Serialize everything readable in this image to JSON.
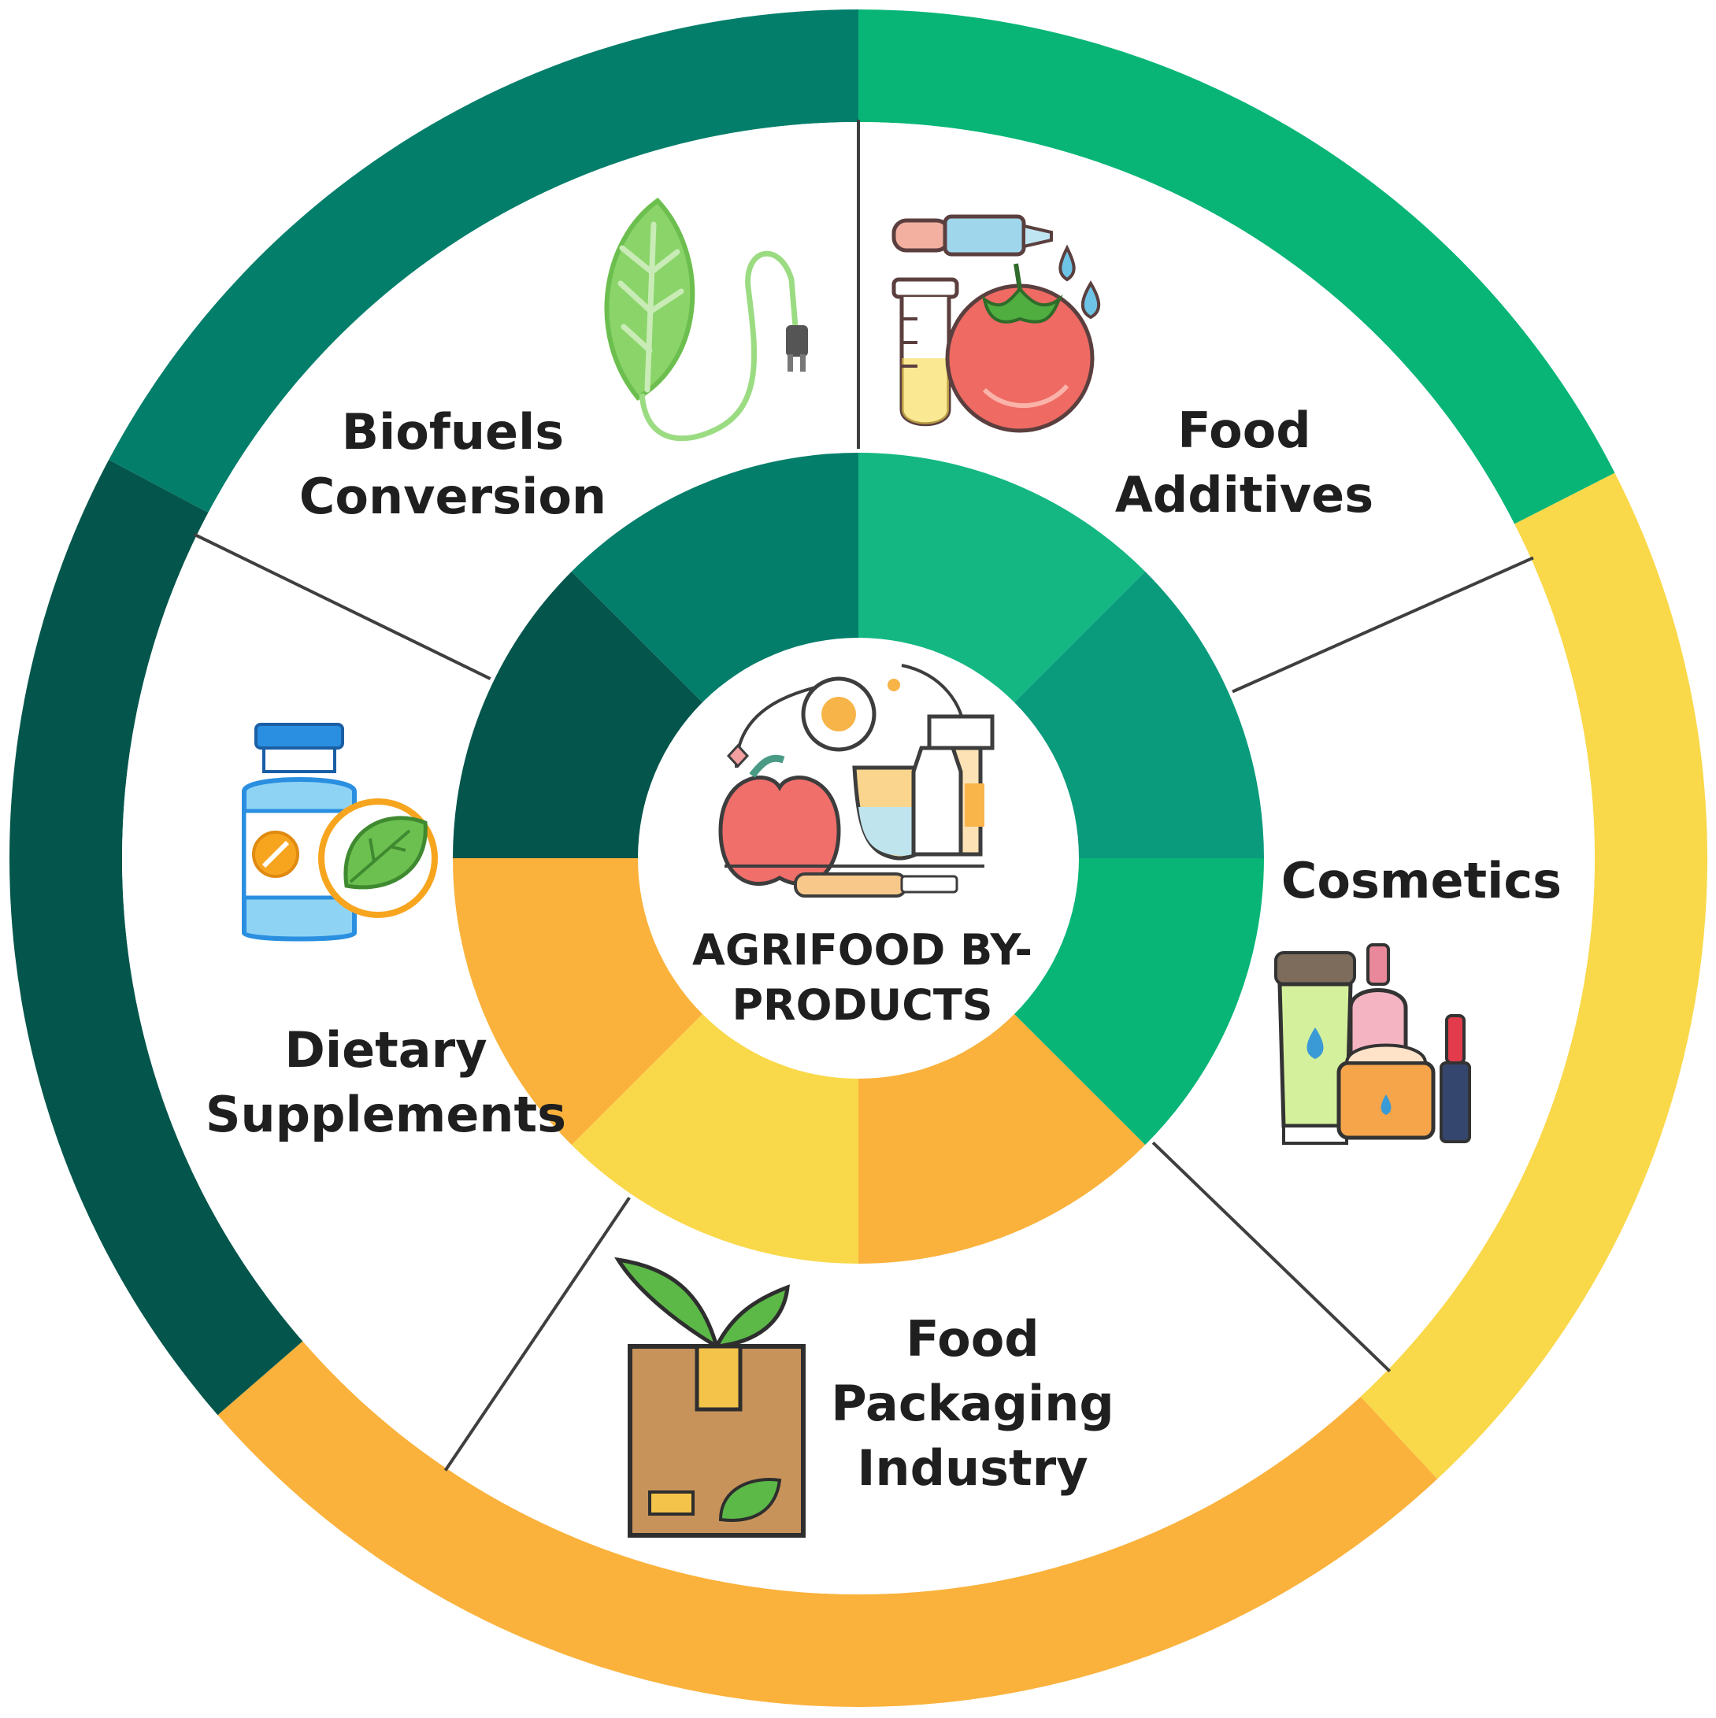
{
  "center": {
    "title_line1": "AGRIFOOD BY-",
    "title_line2": "PRODUCTS"
  },
  "segments": [
    {
      "key": "food-additives",
      "lines": [
        "Food",
        "Additives"
      ],
      "icon": "dropper-tomato-testtube-icon",
      "color": "#08b577"
    },
    {
      "key": "cosmetics",
      "lines": [
        "Cosmetics"
      ],
      "icon": "cosmetics-products-icon",
      "color": "#f9d84a"
    },
    {
      "key": "food-packaging",
      "lines": [
        "Food",
        "Packaging",
        "Industry"
      ],
      "icon": "box-with-leaves-icon",
      "color": "#fab23c"
    },
    {
      "key": "dietary-supplements",
      "lines": [
        "Dietary",
        "Supplements"
      ],
      "icon": "supplement-bottle-leaf-icon",
      "color": "#04564c"
    },
    {
      "key": "biofuels-conversion",
      "lines": [
        "Biofuels",
        "Conversion"
      ],
      "icon": "leaf-plug-icon",
      "color": "#037e6b"
    }
  ],
  "colors": {
    "dark_teal": "#04564c",
    "teal": "#037e6b",
    "green": "#08b577",
    "mid_green": "#0a9b7c",
    "light_green": "#14b782",
    "yellow": "#f9d84a",
    "orange": "#fab23c",
    "divider": "#3f3f3f"
  }
}
